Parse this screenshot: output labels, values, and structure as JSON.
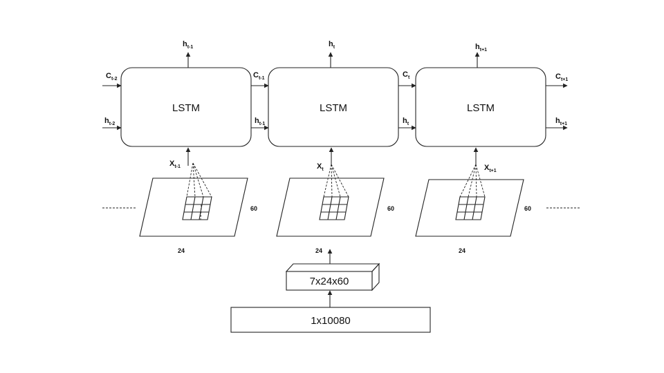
{
  "colors": {
    "block_fill": "#c5dcf2",
    "stroke": "#222222",
    "background": "#ffffff"
  },
  "cells": [
    {
      "label": "LSTM",
      "out_h": {
        "base": "h",
        "sub": "t-1"
      },
      "in_c": {
        "base": "C",
        "sub": "t-2"
      },
      "in_h": {
        "base": "h",
        "sub": "t-2"
      },
      "x": {
        "base": "X",
        "sub": "t-1"
      }
    },
    {
      "label": "LSTM",
      "out_h": {
        "base": "h",
        "sub": "t"
      },
      "in_c": {
        "base": "C",
        "sub": "t-1"
      },
      "in_h": {
        "base": "h",
        "sub": "t-1"
      },
      "x": {
        "base": "X",
        "sub": "t"
      }
    },
    {
      "label": "LSTM",
      "out_h": {
        "base": "h",
        "sub": "t+1"
      },
      "in_c": {
        "base": "C",
        "sub": "t"
      },
      "in_h": {
        "base": "h",
        "sub": "t"
      },
      "x": {
        "base": "X",
        "sub": "t+1"
      },
      "out_c": {
        "base": "C",
        "sub": "t+1"
      },
      "out_h_right": {
        "base": "h",
        "sub": "t+1"
      }
    }
  ],
  "frames": [
    {
      "height_label": "60",
      "width_label": "24"
    },
    {
      "height_label": "60",
      "width_label": "24"
    },
    {
      "height_label": "60",
      "width_label": "24"
    }
  ],
  "reshape_box": {
    "label": "7x24x60"
  },
  "input_box": {
    "label": "1x10080"
  }
}
